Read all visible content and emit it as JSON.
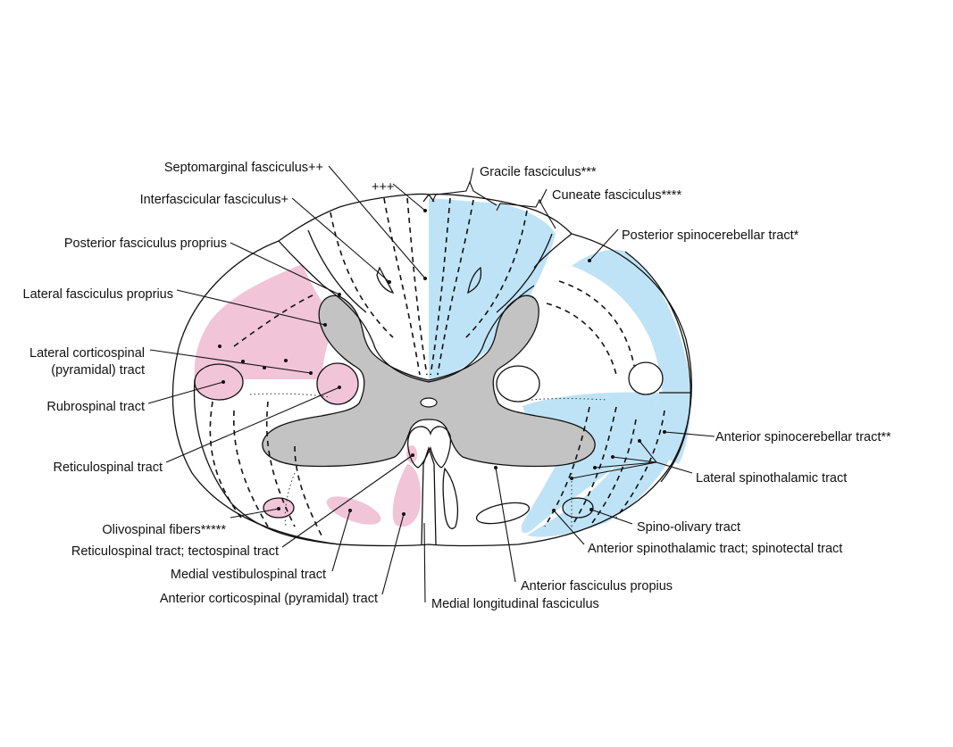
{
  "colors": {
    "descending": "#f2c4d8",
    "ascending": "#bfe3f6",
    "grey_matter": "#c3c3c3",
    "line": "#111111"
  },
  "labels": {
    "septomarginal": "Septomarginal fasciculus++",
    "interfascicular": "Interfascicular fasciculus+",
    "posterior_proprius": "Posterior fasciculus proprius",
    "lateral_proprius": "Lateral fasciculus proprius",
    "lateral_corticospinal_1": "Lateral corticospinal",
    "lateral_corticospinal_2": "(pyramidal) tract",
    "rubrospinal": "Rubrospinal tract",
    "reticulospinal": "Reticulospinal tract",
    "olivospinal": "Olivospinal fibers*****",
    "reticulo_tecto": "Reticulospinal tract; tectospinal tract",
    "medial_vestibulospinal": "Medial vestibulospinal tract",
    "anterior_corticospinal": "Anterior corticospinal (pyramidal) tract",
    "triple_plus": "+++",
    "gracile": "Gracile fasciculus***",
    "cuneate": "Cuneate fasciculus****",
    "posterior_spinocerebellar": "Posterior spinocerebellar tract*",
    "anterior_spinocerebellar": "Anterior spinocerebellar tract**",
    "lateral_spinothalamic": "Lateral spinothalamic tract",
    "spino_olivary": "Spino-olivary tract",
    "anterior_spinothalamic": "Anterior spinothalamic tract; spinotectal tract",
    "anterior_proprius": "Anterior fasciculus propius",
    "medial_longitudinal": "Medial longitudinal fasciculus"
  }
}
